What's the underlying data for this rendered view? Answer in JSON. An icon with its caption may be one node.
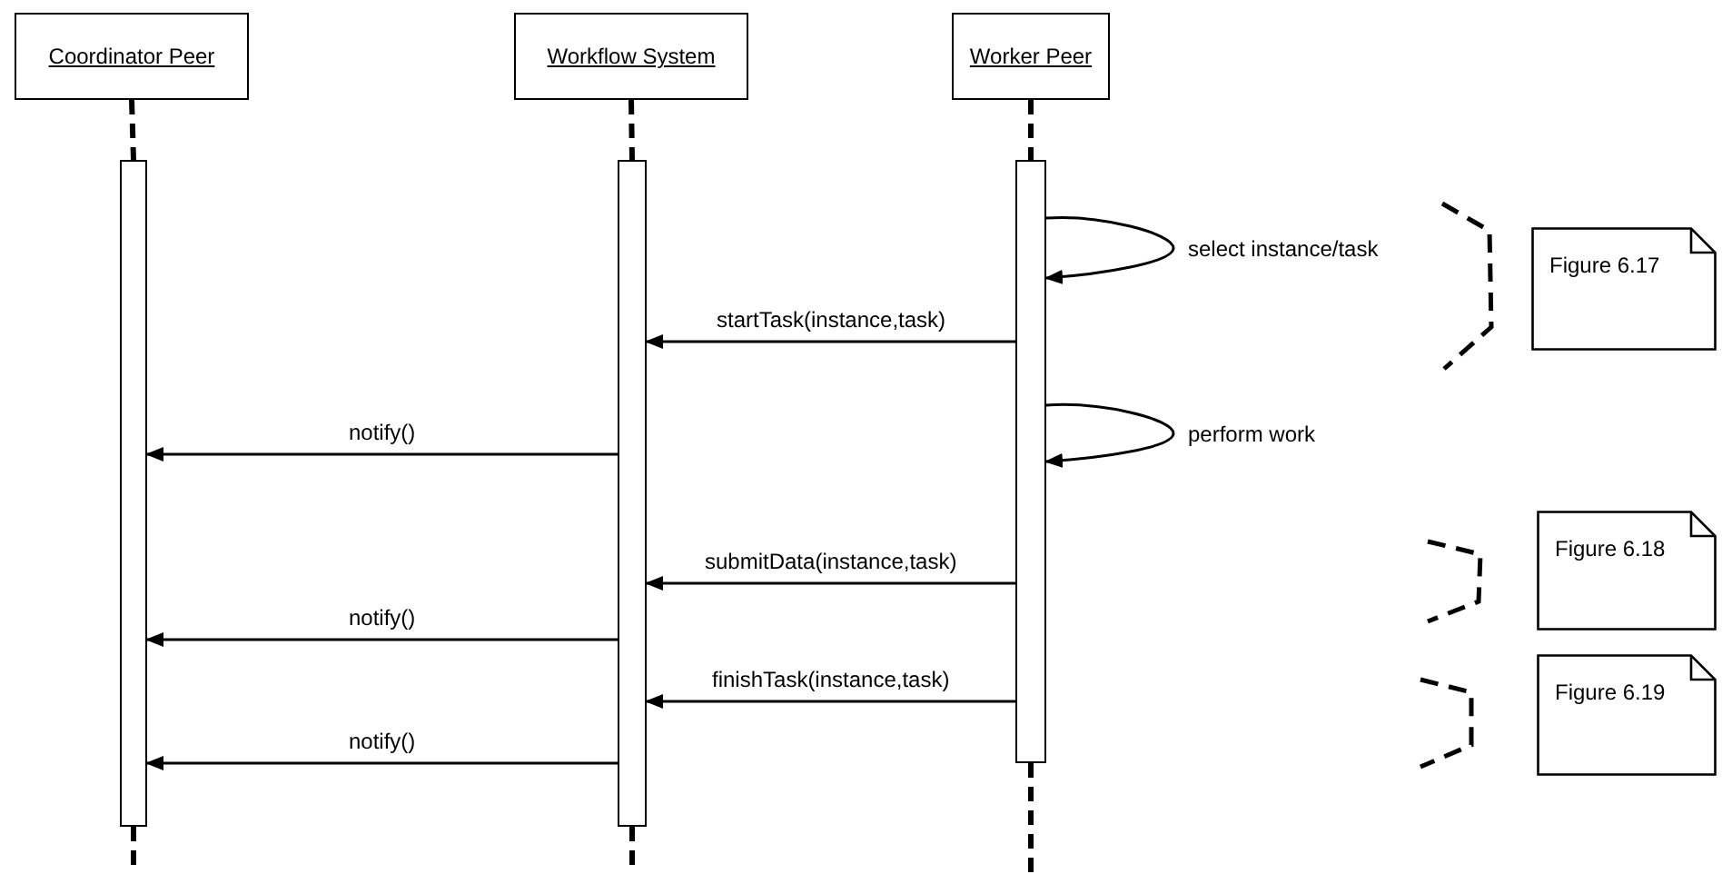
{
  "diagram": {
    "nodes": [
      {
        "text": [
          "Coordinator Peer"
        ]
      },
      {
        "text": [
          "Workflow System"
        ]
      },
      {
        "text": [
          "Worker Peer"
        ]
      },
      {
        "text": [],
        "shape": "bar"
      },
      {
        "text": [],
        "shape": "bar"
      },
      {
        "text": [],
        "shape": "bar"
      },
      {
        "text": [
          "Figure 6.17"
        ]
      },
      {
        "text": [
          "Figure 6.18"
        ]
      },
      {
        "text": [
          "Figure 6.19"
        ]
      }
    ],
    "edges": [
      {
        "from": 0,
        "to": 3,
        "arrow": "none",
        "style": "dashed"
      },
      {
        "from": 1,
        "to": 4,
        "arrow": "none",
        "style": "dashed"
      },
      {
        "from": 2,
        "to": 5,
        "arrow": "none",
        "style": "dashed"
      },
      {
        "from": 5,
        "to": 5,
        "arrow": "to",
        "label": "select instance/task"
      },
      {
        "from": 5,
        "to": 4,
        "arrow": "to",
        "label": "startTask(instance,task)"
      },
      {
        "from": 4,
        "to": 3,
        "arrow": "to",
        "label": "notify()"
      },
      {
        "from": 5,
        "to": 5,
        "arrow": "to",
        "label": "perform work"
      },
      {
        "from": 5,
        "to": 4,
        "arrow": "to",
        "label": "submitData(instance,task)"
      },
      {
        "from": 4,
        "to": 3,
        "arrow": "to",
        "label": "notify()"
      },
      {
        "from": 5,
        "to": 4,
        "arrow": "to",
        "label": "finishTask(instance,task)"
      },
      {
        "from": 4,
        "to": 3,
        "arrow": "to",
        "label": "notify()"
      },
      {
        "from": 3,
        "to": null,
        "arrow": "none",
        "style": "dashed"
      },
      {
        "from": 4,
        "to": null,
        "arrow": "none",
        "style": "dashed"
      },
      {
        "from": 5,
        "to": null,
        "arrow": "none",
        "style": "dashed"
      }
    ]
  }
}
